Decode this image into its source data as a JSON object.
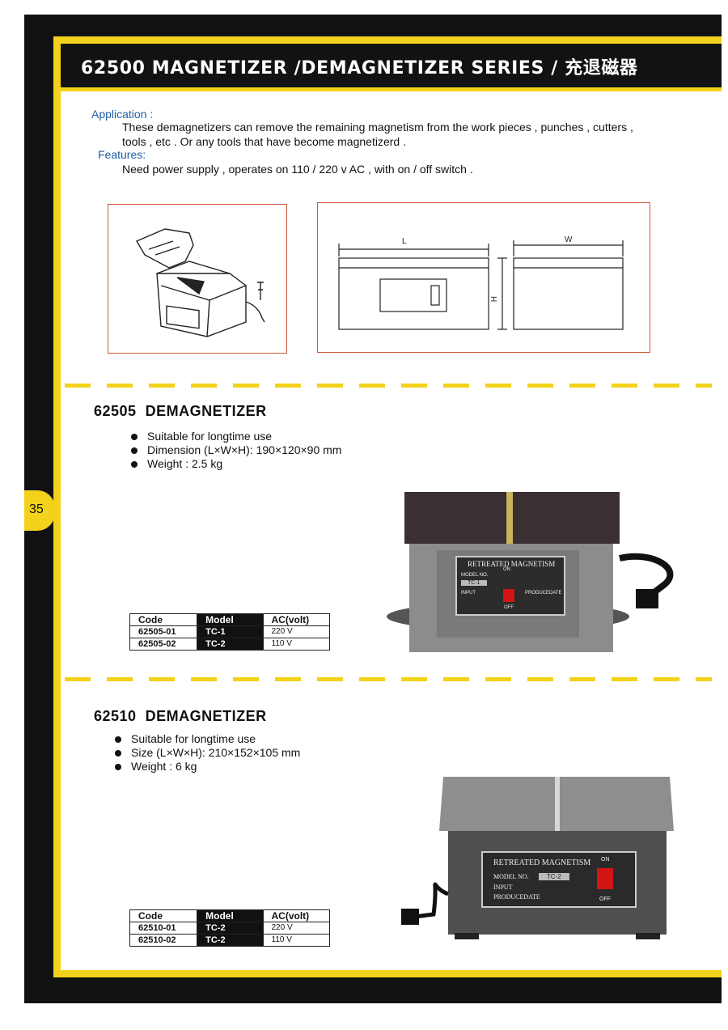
{
  "header": {
    "title": "62500 MAGNETIZER /DEMAGNETIZER SERIES / 充退磁器"
  },
  "page_number": "35",
  "intro": {
    "application_label": "Application :",
    "application_line1": "These demagnetizers can remove the remaining magnetism from the work pieces , punches , cutters ,",
    "application_line2": "tools , etc . Or any tools that have become magnetizerd .",
    "features_label": "Features:",
    "features_text": "Need power supply , operates on 110 / 220 v AC , with on / off switch ."
  },
  "diagram": {
    "l_label": "L",
    "w_label": "W",
    "h_label": "H"
  },
  "products": [
    {
      "code": "62505",
      "name": "DEMAGNETIZER",
      "bullets": [
        "Suitable for longtime use",
        "Dimension (L×W×H): 190×120×90 mm",
        "Weight : 2.5 kg"
      ],
      "table": {
        "headers": [
          "Code",
          "Model",
          "AC(volt)"
        ],
        "rows": [
          [
            "62505-01",
            "TC-1",
            "220 V"
          ],
          [
            "62505-02",
            "TC-2",
            "110 V"
          ]
        ]
      },
      "photo": {
        "plate_title": "RETREATED MAGNETISM",
        "model_label": "MODEL NO.",
        "model": "TC-1",
        "input_label": "INPUT",
        "date_label": "PRODUCEDATE",
        "on_label": "ON",
        "off_label": "OFF"
      }
    },
    {
      "code": "62510",
      "name": "DEMAGNETIZER",
      "bullets": [
        "Suitable for longtime use",
        "Size (L×W×H): 210×152×105 mm",
        "Weight : 6 kg"
      ],
      "table": {
        "headers": [
          "Code",
          "Model",
          "AC(volt)"
        ],
        "rows": [
          [
            "62510-01",
            "TC-2",
            "220 V"
          ],
          [
            "62510-02",
            "TC-2",
            "110 V"
          ]
        ]
      },
      "photo": {
        "plate_title": "RETREATED MAGNETISM",
        "model_label": "MODEL NO.",
        "model": "TC-2",
        "input_label": "INPUT",
        "date_label": "PRODUCEDATE",
        "on_label": "ON",
        "off_label": "OFF"
      }
    }
  ]
}
